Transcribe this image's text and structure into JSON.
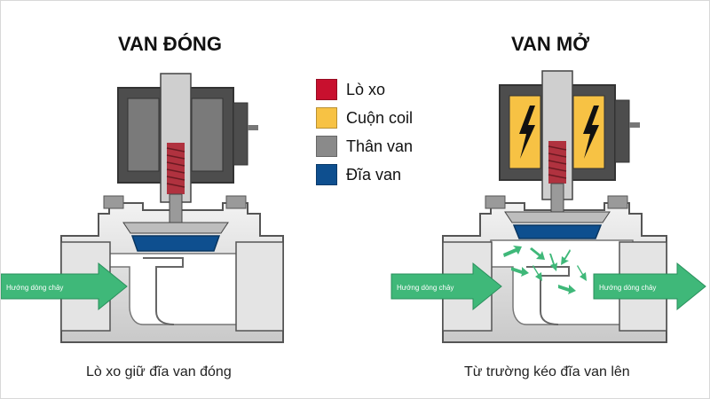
{
  "diagram": {
    "title_closed": "VAN ĐÓNG",
    "title_open": "VAN MỞ",
    "caption_closed": "Lò xo giữ đĩa van đóng",
    "caption_open": "Từ trường kéo đĩa van lên",
    "flow_label": "Hướng dòng chảy",
    "legend": [
      {
        "label": "Lò xo",
        "color": "#c8102e"
      },
      {
        "label": "Cuộn coil",
        "color": "#f7c244"
      },
      {
        "label": "Thân van",
        "color": "#8a8a8a"
      },
      {
        "label": "Đĩa van",
        "color": "#0e4f8f"
      }
    ],
    "colors": {
      "spring": "#b0323f",
      "coil": "#f7c244",
      "body": "#8a8a8a",
      "disc": "#0e4f8f",
      "flow_arrow": "#3fb879"
    }
  }
}
